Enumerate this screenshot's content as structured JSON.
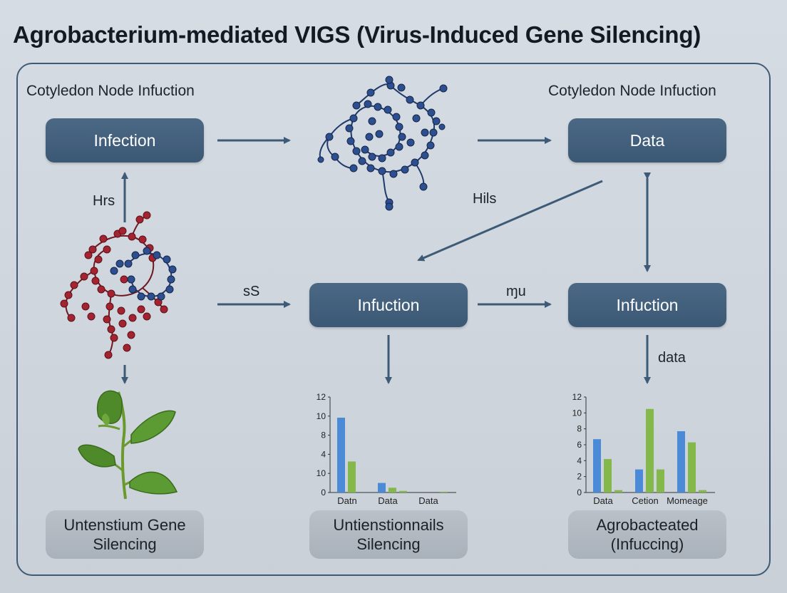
{
  "title": "Agrobacterium-mediated VIGS (Virus-Induced Gene Silencing)",
  "labels": {
    "left_top": "Cotyledon Node Infuction",
    "right_top": "Cotyledon Node Infuction"
  },
  "nodes": {
    "infection": "Infection",
    "data": "Data",
    "infuction_mid": "Infuction",
    "infuction_right": "Infuction"
  },
  "edge_labels": {
    "hrs": "Hrs",
    "hils": "Hils",
    "ss": "sS",
    "mu": "ɱu",
    "data": "data"
  },
  "bottom": {
    "left": [
      "Untenstium Gene",
      "Silencing"
    ],
    "mid": [
      "Untienstionnails",
      "Silencing"
    ],
    "right": [
      "Agrobacteated",
      "(Infuccing)"
    ]
  },
  "colors": {
    "node_fill": "#3f5c79",
    "grey_box": "#afb6bf",
    "arrow": "#3d5a77",
    "bar_blue": "#4a8ad6",
    "bar_green": "#84b84a",
    "molecule_blue": "#2d4f8f",
    "molecule_red": "#a32430"
  },
  "chart_data": [
    {
      "type": "bar",
      "categories": [
        "Datn",
        "Data",
        "Data"
      ],
      "series": [
        {
          "values": [
            9.4,
            1.2,
            0
          ]
        },
        {
          "values": [
            3.9,
            0.6,
            0
          ]
        },
        {
          "values": [
            0,
            0.2,
            0.1
          ]
        }
      ],
      "yticks": [
        "0",
        "10",
        "4",
        "8",
        "10",
        "12"
      ],
      "ylim": [
        0,
        12
      ]
    },
    {
      "type": "bar",
      "categories": [
        "Data",
        "Cetion",
        "Momeage"
      ],
      "series": [
        {
          "values": [
            6.7,
            2.9,
            7.7
          ]
        },
        {
          "values": [
            4.2,
            10.5,
            6.3
          ]
        },
        {
          "values": [
            0.3,
            2.9,
            0.3
          ]
        }
      ],
      "yticks": [
        "0",
        "2",
        "4",
        "6",
        "8",
        "10",
        "12"
      ],
      "ylim": [
        0,
        12
      ]
    }
  ]
}
